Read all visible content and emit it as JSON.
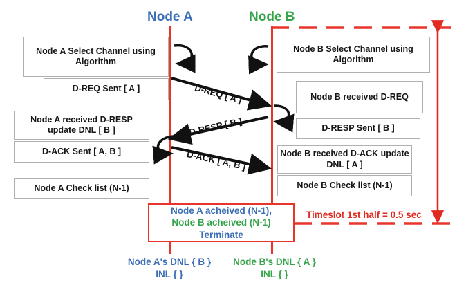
{
  "diagram": {
    "title_node_a": "Node A",
    "title_node_b": "Node B",
    "colors": {
      "node_a": "#3b6eb4",
      "node_b": "#34a349",
      "lifeline_red": "#e8352b",
      "annotation_red": "#e02b20",
      "box_border": "#b0b0b0",
      "text": "#161616"
    }
  },
  "left_boxes": [
    {
      "text": "Node A Select Channel using Algorithm"
    },
    {
      "text": "D-REQ Sent [ A ]"
    },
    {
      "text": "Node A received D-RESP update DNL [ B ]"
    },
    {
      "text": "D-ACK Sent [ A, B ]"
    },
    {
      "text": "Node A Check  list (N-1)"
    }
  ],
  "right_boxes": [
    {
      "text": "Node B Select Channel using Algorithm"
    },
    {
      "text": "Node B received D-REQ"
    },
    {
      "text": "D-RESP Sent [ B ]"
    },
    {
      "text": "Node B received D-ACK update DNL [ A ]"
    },
    {
      "text": "Node B Check  list (N-1)"
    }
  ],
  "messages": [
    {
      "label": "D-REQ [ A ]",
      "direction": "a-to-b"
    },
    {
      "label": "D-RESP [ B ]",
      "direction": "b-to-a"
    },
    {
      "label": "D-ACK [ A, B ]",
      "direction": "a-to-b"
    }
  ],
  "terminate": {
    "line1": "Node A acheived (N-1),",
    "line2": "Node B acheived (N-1)",
    "line3": "Terminate"
  },
  "timeslot": {
    "label": "Timeslot 1st half = 0.5 sec"
  },
  "footer": {
    "node_a_line1": "Node A's DNL { B }",
    "node_a_line2": "INL { }",
    "node_b_line1": "Node B's DNL { A }",
    "node_b_line2": "INL { }"
  }
}
